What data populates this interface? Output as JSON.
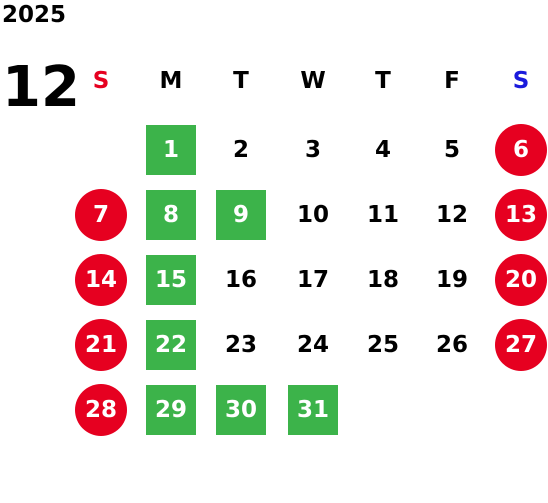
{
  "year": "2025",
  "month": "12",
  "weekday_headers": [
    {
      "label": "S",
      "color": "#e60020"
    },
    {
      "label": "M",
      "color": "#000000"
    },
    {
      "label": "T",
      "color": "#000000"
    },
    {
      "label": "W",
      "color": "#000000"
    },
    {
      "label": "T",
      "color": "#000000"
    },
    {
      "label": "F",
      "color": "#000000"
    },
    {
      "label": "S",
      "color": "#1a1adc"
    }
  ],
  "colors": {
    "holiday": "#e60020",
    "highlight": "#3cb34a",
    "sunday_header": "#e60020",
    "saturday_header": "#1a1adc"
  },
  "weeks": [
    [
      null,
      {
        "day": "1",
        "style": "green"
      },
      {
        "day": "2"
      },
      {
        "day": "3"
      },
      {
        "day": "4"
      },
      {
        "day": "5"
      },
      {
        "day": "6",
        "style": "holiday"
      }
    ],
    [
      {
        "day": "7",
        "style": "holiday"
      },
      {
        "day": "8",
        "style": "green"
      },
      {
        "day": "9",
        "style": "green"
      },
      {
        "day": "10"
      },
      {
        "day": "11"
      },
      {
        "day": "12"
      },
      {
        "day": "13",
        "style": "holiday"
      }
    ],
    [
      {
        "day": "14",
        "style": "holiday"
      },
      {
        "day": "15",
        "style": "green"
      },
      {
        "day": "16"
      },
      {
        "day": "17"
      },
      {
        "day": "18"
      },
      {
        "day": "19"
      },
      {
        "day": "20",
        "style": "holiday"
      }
    ],
    [
      {
        "day": "21",
        "style": "holiday"
      },
      {
        "day": "22",
        "style": "green"
      },
      {
        "day": "23"
      },
      {
        "day": "24"
      },
      {
        "day": "25"
      },
      {
        "day": "26"
      },
      {
        "day": "27",
        "style": "holiday"
      }
    ],
    [
      {
        "day": "28",
        "style": "holiday"
      },
      {
        "day": "29",
        "style": "green"
      },
      {
        "day": "30",
        "style": "green"
      },
      {
        "day": "31",
        "style": "green"
      },
      null,
      null,
      null
    ]
  ]
}
